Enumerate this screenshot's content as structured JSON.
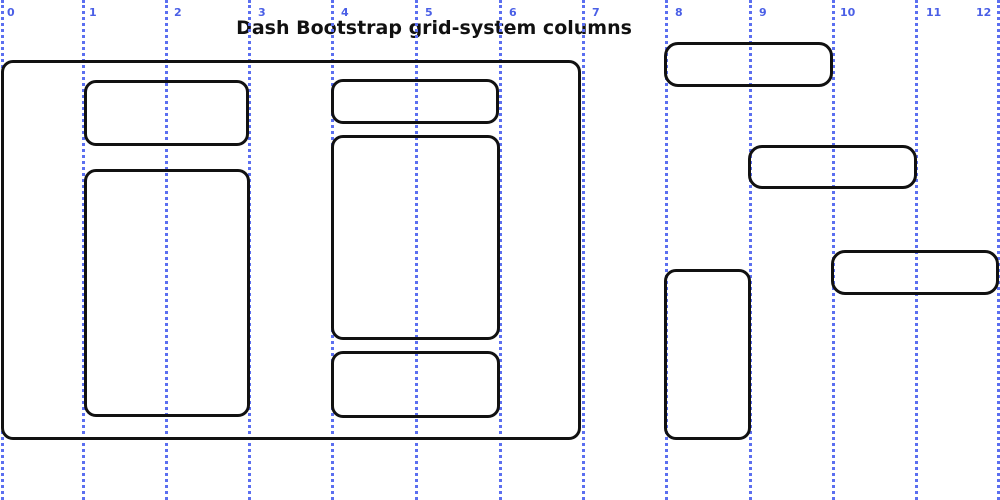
{
  "title": "Dash Bootstrap grid-system columns",
  "column_numbers": [
    "0",
    "1",
    "2",
    "3",
    "4",
    "5",
    "6",
    "7",
    "8",
    "9",
    "10",
    "11",
    "12"
  ],
  "colors": {
    "gridline": "#5b6ff0",
    "column_number": "#4a5fe6",
    "box_border": "#111111",
    "background": "#ffffff"
  }
}
